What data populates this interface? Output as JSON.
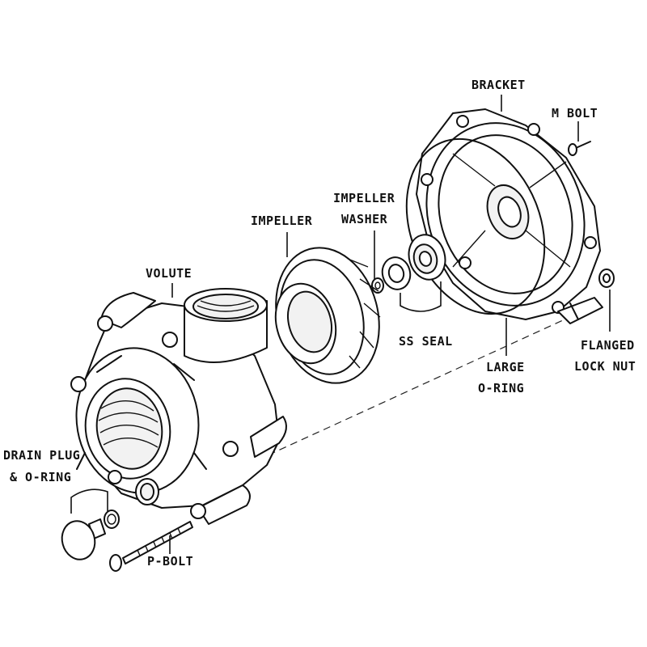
{
  "labels": {
    "bracket": "BRACKET",
    "m_bolt": "M BOLT",
    "impeller_washer_1": "IMPELLER",
    "impeller_washer_2": "WASHER",
    "impeller": "IMPELLER",
    "volute": "VOLUTE",
    "ss_seal": "SS SEAL",
    "flanged_lock_nut_1": "FLANGED",
    "flanged_lock_nut_2": "LOCK NUT",
    "large_o_ring_1": "LARGE",
    "large_o_ring_2": "O-RING",
    "drain_plug_1": "DRAIN PLUG",
    "drain_plug_2": "& O-RING",
    "p_bolt": "P-BOLT"
  }
}
